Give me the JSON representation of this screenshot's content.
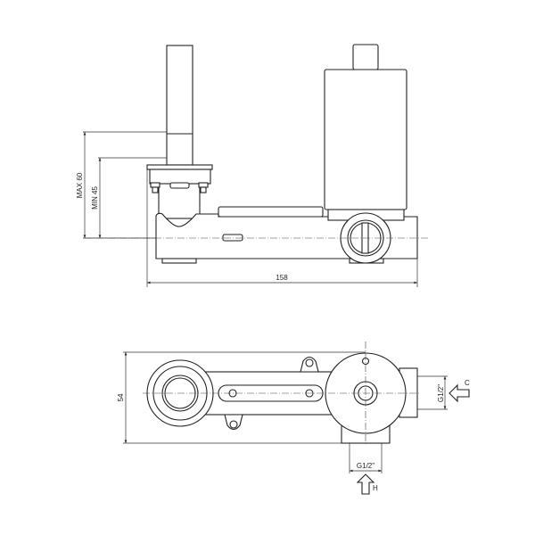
{
  "front_view": {
    "dim_max": "MAX 60",
    "dim_min": "MIN 45",
    "dim_length": "158"
  },
  "top_view": {
    "dim_width": "54",
    "dim_port_right": "G1/2\"",
    "dim_port_bottom": "G1/2\"",
    "inlet_cold": "C",
    "inlet_hot": "H"
  }
}
